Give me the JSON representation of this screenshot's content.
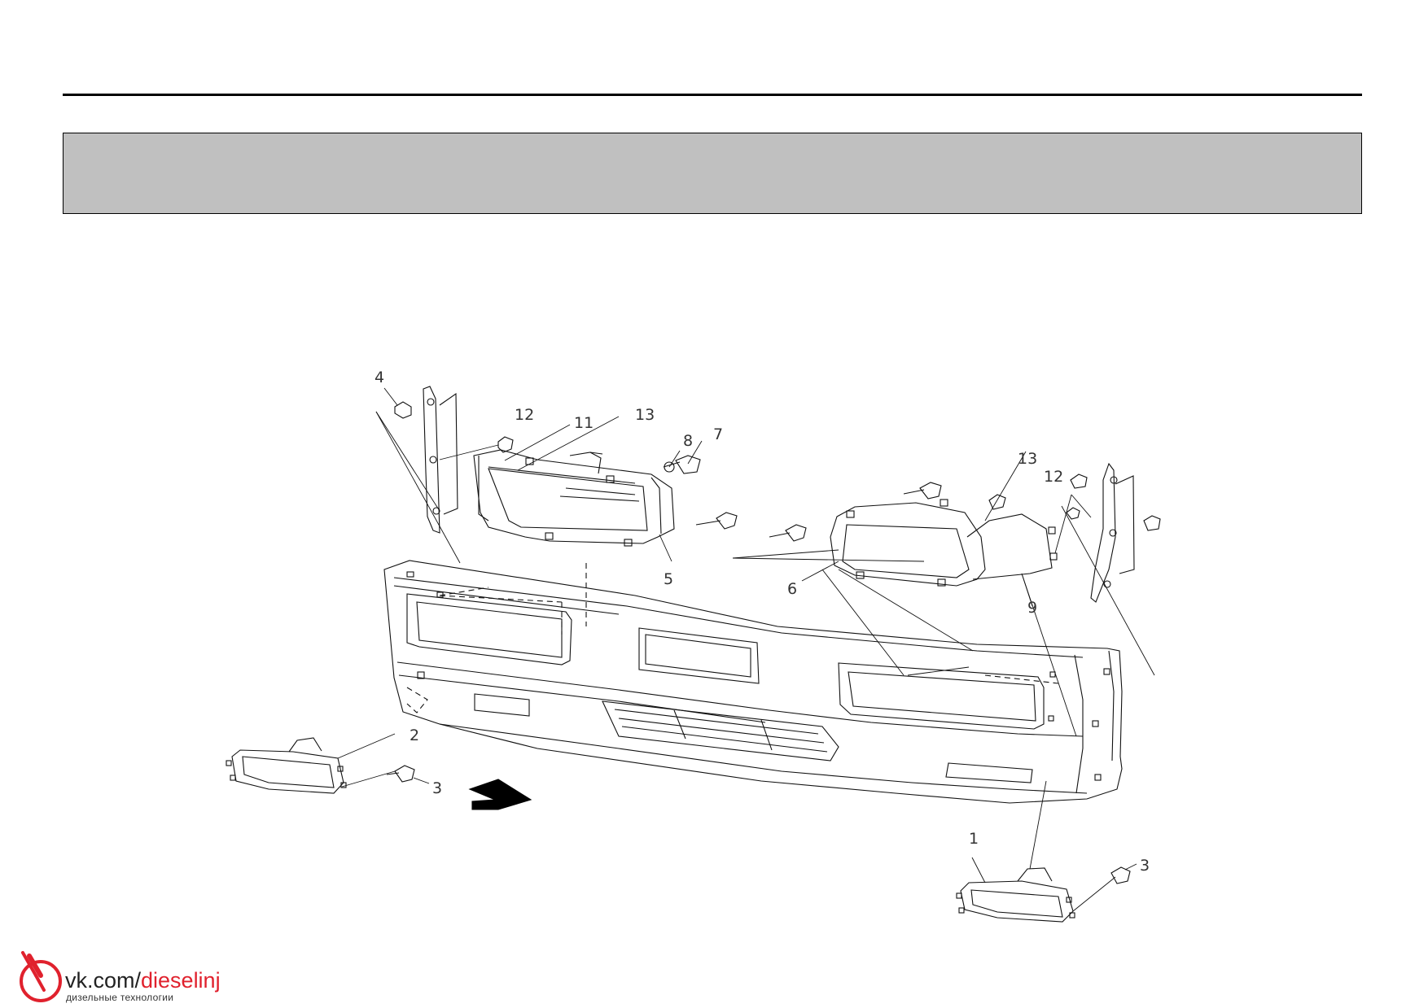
{
  "callouts": {
    "c4": "4",
    "c12a": "12",
    "c11": "11",
    "c13a": "13",
    "c8": "8",
    "c7": "7",
    "c5": "5",
    "c6": "6",
    "c13b": "13",
    "c12b": "12",
    "c9": "9",
    "c2": "2",
    "c3a": "3",
    "c1": "1",
    "c3b": "3"
  },
  "watermark": {
    "prefix": "vk.com/",
    "accent": "dieselinj",
    "subtitle": "дизельные технологии",
    "accent_color": "#e0212d",
    "logo_icon": "fuel-injector-icon"
  }
}
